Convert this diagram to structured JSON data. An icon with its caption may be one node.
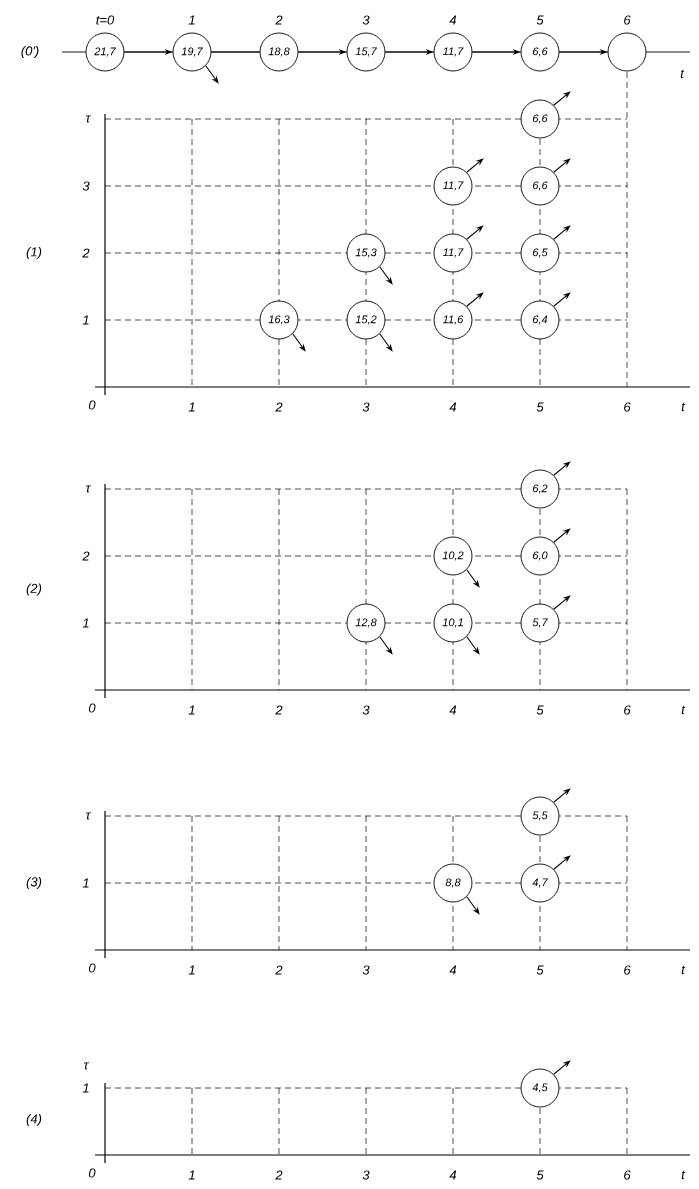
{
  "diagram": {
    "nodes": [
      {
        "text": [
          "21,7"
        ],
        "beside": [
          "t=0"
        ]
      },
      {
        "text": [
          "19,7"
        ],
        "beside": [
          "1"
        ]
      },
      {
        "text": [
          "18,8"
        ],
        "beside": [
          "2"
        ]
      },
      {
        "text": [
          "15,7"
        ],
        "beside": [
          "3"
        ]
      },
      {
        "text": [
          "11,7"
        ],
        "beside": [
          "4"
        ]
      },
      {
        "text": [
          "6,6"
        ],
        "beside": [
          "5"
        ]
      },
      {
        "text": [],
        "shape": "circle",
        "beside": [
          "6"
        ]
      },
      {
        "text": [
          "6,6"
        ]
      },
      {
        "text": [
          "11,7"
        ]
      },
      {
        "text": [
          "6,6"
        ]
      },
      {
        "text": [
          "15,3"
        ]
      },
      {
        "text": [
          "11,7"
        ]
      },
      {
        "text": [
          "6,5"
        ]
      },
      {
        "text": [
          "16,3"
        ]
      },
      {
        "text": [
          "15,2"
        ]
      },
      {
        "text": [
          "11,6"
        ]
      },
      {
        "text": [
          "6,4"
        ]
      },
      {
        "text": [
          "6,2"
        ]
      },
      {
        "text": [
          "10,2"
        ]
      },
      {
        "text": [
          "6,0"
        ]
      },
      {
        "text": [
          "12,8"
        ]
      },
      {
        "text": [
          "10,1"
        ]
      },
      {
        "text": [
          "5,7"
        ]
      },
      {
        "text": [
          "5,5"
        ]
      },
      {
        "text": [
          "8,8"
        ]
      },
      {
        "text": [
          "4,7"
        ]
      },
      {
        "text": [
          "4,5"
        ]
      }
    ],
    "edges": [
      {
        "from": 0,
        "to": 1,
        "arrow": "to"
      },
      {
        "from": 1,
        "to": 2,
        "arrow": "none"
      },
      {
        "from": 2,
        "to": 3,
        "arrow": "to"
      },
      {
        "from": 3,
        "to": 4,
        "arrow": "to"
      },
      {
        "from": 4,
        "to": 5,
        "arrow": "to"
      },
      {
        "from": 5,
        "to": 6,
        "arrow": "to"
      },
      {
        "from": 1,
        "to": null,
        "arrow": "to"
      },
      {
        "from": 7,
        "to": null,
        "arrow": "to"
      },
      {
        "from": 8,
        "to": null,
        "arrow": "to"
      },
      {
        "from": 9,
        "to": null,
        "arrow": "to"
      },
      {
        "from": 10,
        "to": null,
        "arrow": "to"
      },
      {
        "from": 11,
        "to": null,
        "arrow": "to"
      },
      {
        "from": 12,
        "to": null,
        "arrow": "to"
      },
      {
        "from": 13,
        "to": null,
        "arrow": "to"
      },
      {
        "from": 14,
        "to": null,
        "arrow": "to"
      },
      {
        "from": 15,
        "to": null,
        "arrow": "to"
      },
      {
        "from": 16,
        "to": null,
        "arrow": "to"
      },
      {
        "from": 17,
        "to": null,
        "arrow": "to"
      },
      {
        "from": 18,
        "to": null,
        "arrow": "to"
      },
      {
        "from": 19,
        "to": null,
        "arrow": "to"
      },
      {
        "from": 20,
        "to": null,
        "arrow": "to"
      },
      {
        "from": 21,
        "to": null,
        "arrow": "to"
      },
      {
        "from": 22,
        "to": null,
        "arrow": "to"
      },
      {
        "from": 23,
        "to": null,
        "arrow": "to"
      },
      {
        "from": 24,
        "to": null,
        "arrow": "to"
      },
      {
        "from": 25,
        "to": null,
        "arrow": "to"
      },
      {
        "from": 26,
        "to": null,
        "arrow": "to"
      }
    ],
    "labels": [
      "(0')",
      "t",
      "τ",
      "3",
      "(1)",
      "2",
      "1",
      "0",
      "1",
      "2",
      "3",
      "4",
      "5",
      "6",
      "t",
      "τ",
      "2",
      "(2)",
      "1",
      "0",
      "1",
      "2",
      "3",
      "4",
      "5",
      "6",
      "t",
      "τ",
      "(3)",
      "1",
      "0",
      "1",
      "2",
      "3",
      "4",
      "5",
      "6",
      "t",
      "τ",
      "1",
      "(4)",
      "0",
      "1",
      "2",
      "3",
      "4",
      "5",
      "6",
      "t"
    ]
  }
}
